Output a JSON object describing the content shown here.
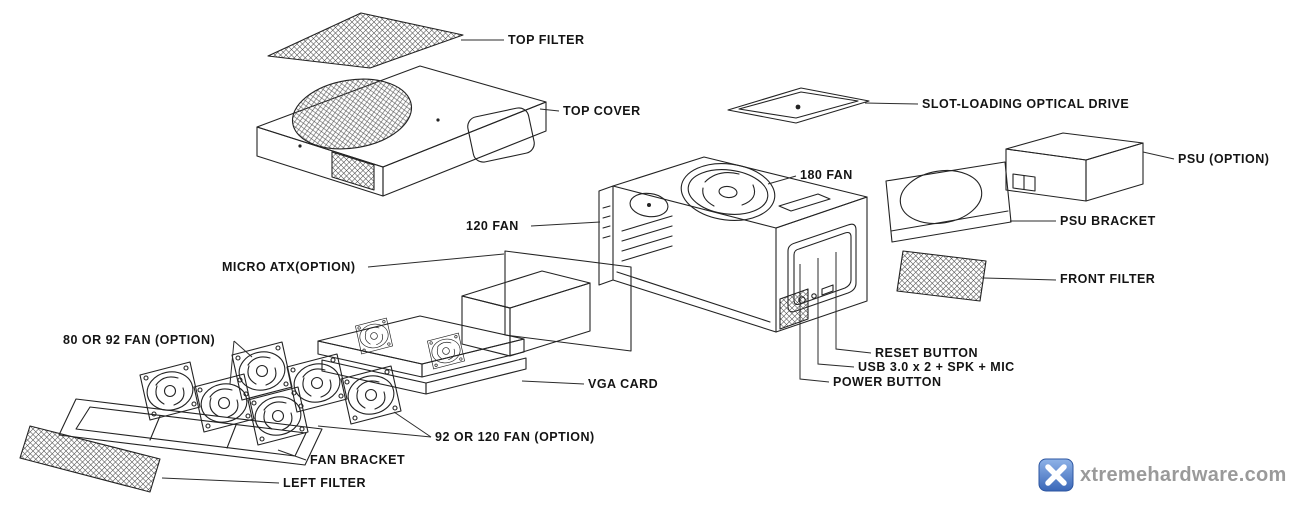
{
  "diagram": {
    "labels": {
      "top_filter": "TOP FILTER",
      "top_cover": "TOP COVER",
      "optical_drive": "SLOT-LOADING OPTICAL DRIVE",
      "psu": "PSU (OPTION)",
      "fan_180": "180 FAN",
      "psu_bracket": "PSU BRACKET",
      "fan_120": "120 FAN",
      "micro_atx": "MICRO ATX(OPTION)",
      "front_filter": "FRONT FILTER",
      "reset_button": "RESET BUTTON",
      "front_io": "USB 3.0 x 2 + SPK + MIC",
      "power_button": "POWER BUTTON",
      "vga_card": "VGA CARD",
      "fan_80_92": "80 OR 92 FAN (OPTION)",
      "fan_92_120": "92 OR 120 FAN (OPTION)",
      "fan_bracket": "FAN BRACKET",
      "left_filter": "LEFT FILTER"
    },
    "watermark": {
      "text": "xtremehardware.com",
      "icon": "x-logo"
    },
    "colors": {
      "background": "#ffffff",
      "line": "#232323",
      "label_text": "#141414",
      "watermark_text": "#9a9a9a",
      "watermark_badge": "#4472c4"
    }
  }
}
